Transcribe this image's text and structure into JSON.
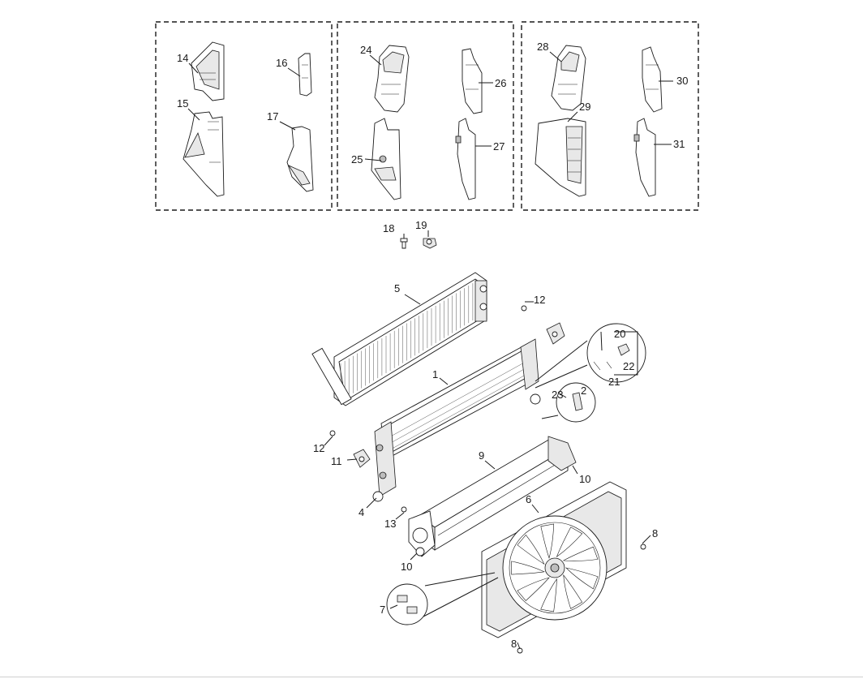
{
  "diagram": {
    "callouts": {
      "c1": "1",
      "c2": "2",
      "c4": "4",
      "c5": "5",
      "c6": "6",
      "c7": "7",
      "c8a": "8",
      "c8b": "8",
      "c9": "9",
      "c10a": "10",
      "c10b": "10",
      "c11": "11",
      "c12a": "12",
      "c12b": "12",
      "c13": "13",
      "c14": "14",
      "c15": "15",
      "c16": "16",
      "c17": "17",
      "c18": "18",
      "c19": "19",
      "c20": "20",
      "c21": "21",
      "c22": "22",
      "c23": "23",
      "c24": "24",
      "c25": "25",
      "c26": "26",
      "c27": "27",
      "c28": "28",
      "c29": "29",
      "c30": "30",
      "c31": "31"
    }
  }
}
